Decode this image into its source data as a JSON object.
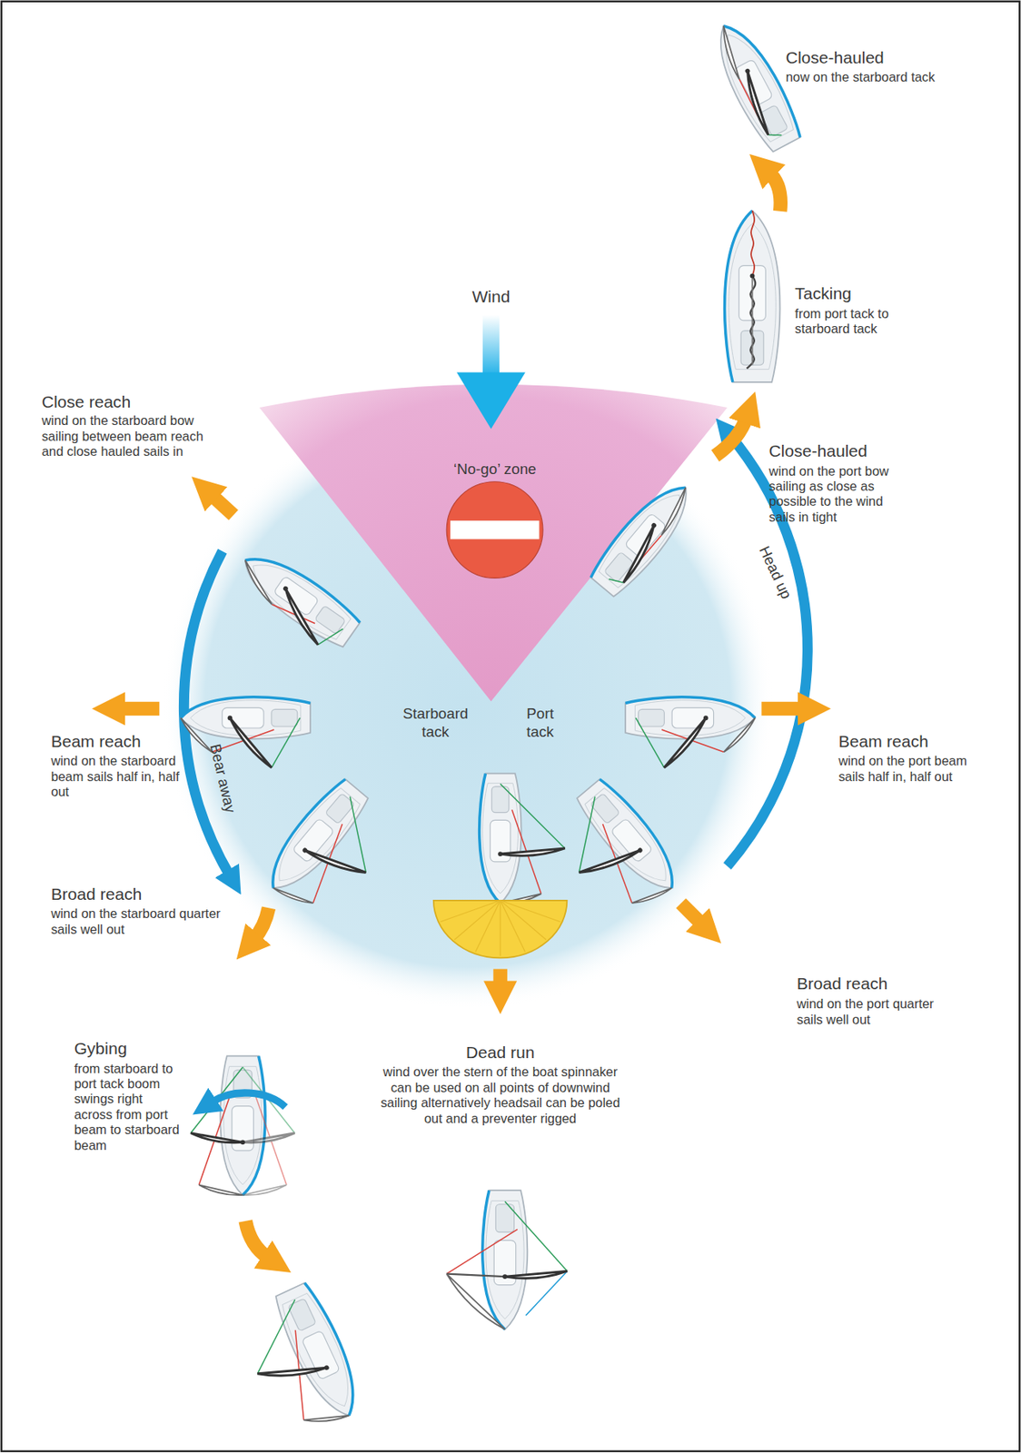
{
  "diagram": {
    "labels": [
      "Close-hauled",
      "now on the starboard tack",
      "Tacking",
      "from port tack to starboard tack",
      "Wind",
      "‘No-go’ zone",
      "Close reach",
      "wind on the starboard bow sailing between beam reach and close hauled sails in",
      "Close-hauled",
      "wind on the port bow sailing as close as possible to the wind sails in tight",
      "Head up",
      "Starboard tack",
      "Port tack",
      "Beam reach",
      "wind on the starboard beam sails half in, half out",
      "Beam reach",
      "wind on the port beam sails half in, half out",
      "Bear away",
      "Broad reach",
      "wind on the starboard quarter sails well out",
      "Broad reach",
      "wind on the port quarter sails well out",
      "Gybing",
      "from starboard to port tack boom swings right across from port beam to starboard beam",
      "Dead run",
      "wind over the stern of the boat spinnaker can be used on all points of downwind sailing alternatively headsail can be poled out and a preventer rigged"
    ]
  }
}
